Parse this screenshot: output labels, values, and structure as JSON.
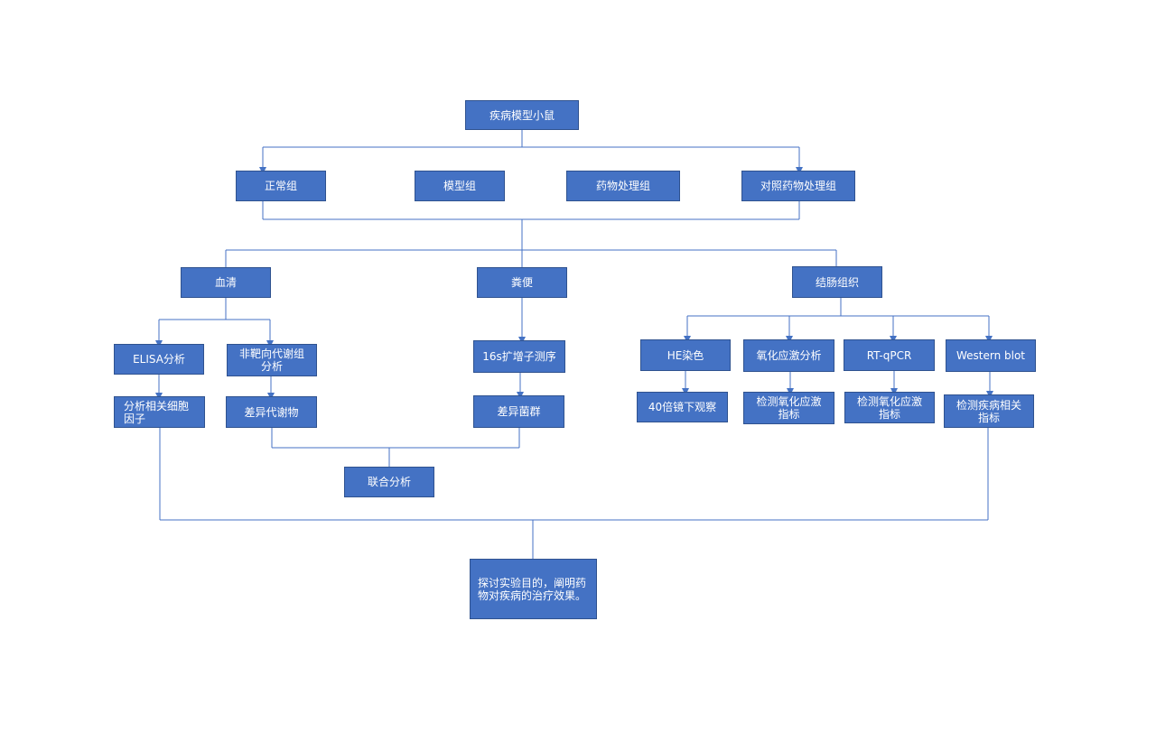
{
  "colors": {
    "node_fill": "#4472c4",
    "node_border": "#2f528f",
    "line": "#4472c4",
    "text": "#ffffff"
  },
  "nodes": {
    "root": "疾病模型小鼠",
    "normal_group": "正常组",
    "model_group": "模型组",
    "drug_group": "药物处理组",
    "control_drug_group": "对照药物处理组",
    "serum": "血清",
    "feces": "粪便",
    "colon_tissue": "结肠组织",
    "elisa": "ELISA分析",
    "untargeted_metabolomics": "非靶向代谢组\n分析",
    "cytokines": "分析相关细胞\n因子",
    "diff_metabolites": "差异代谢物",
    "sequencing_16s": "16s扩增子测序",
    "diff_flora": "差异菌群",
    "joint_analysis": "联合分析",
    "he_staining": "HE染色",
    "oxidative_stress": "氧化应激分析",
    "rt_qpcr": "RT-qPCR",
    "western_blot": "Western blot",
    "observation_40x": "40倍镜下观察",
    "oxidative_index_1": "检测氧化应激\n指标",
    "oxidative_index_2": "检测氧化应激\n指标",
    "disease_markers": "检测疾病相关\n指标",
    "conclusion": "探讨实验目的，阐明药\n物对疾病的治疗效果。"
  }
}
